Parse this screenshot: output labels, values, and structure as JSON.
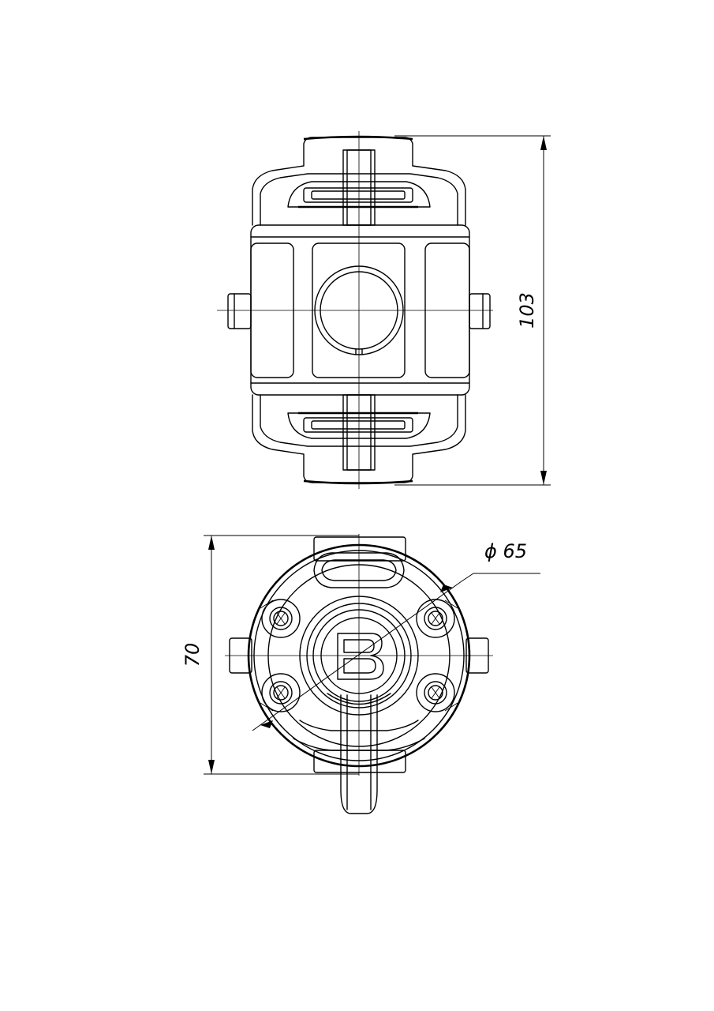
{
  "drawing": {
    "top_view": {
      "height_dimension": "103"
    },
    "front_view": {
      "height_dimension": "70",
      "diameter_dimension": "ϕ 65"
    }
  }
}
